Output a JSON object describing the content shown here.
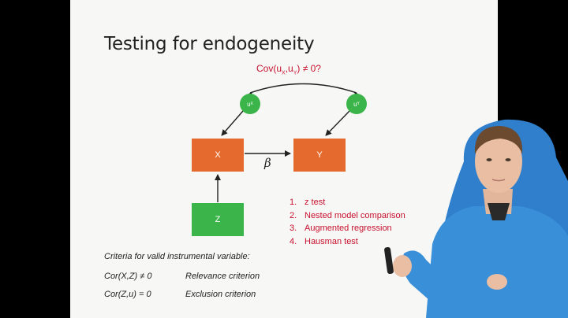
{
  "slide": {
    "title": "Testing for endogeneity",
    "covariance_question": {
      "prefix": "Cov(u",
      "sub1": "X",
      "mid": ",u",
      "sub2": "Y",
      "suffix": ") ≠ 0?"
    },
    "nodes": {
      "x": "X",
      "y": "Y",
      "z": "Z",
      "ux": {
        "base": "u",
        "sub": "X"
      },
      "uy": {
        "base": "u",
        "sub": "Y"
      }
    },
    "beta": "β",
    "tests": [
      {
        "num": "1.",
        "label": "z test"
      },
      {
        "num": "2.",
        "label": "Nested model comparison"
      },
      {
        "num": "3.",
        "label": "Augmented regression"
      },
      {
        "num": "4.",
        "label": "Hausman test"
      }
    ],
    "criteria": {
      "heading": "Criteria for valid instrumental variable:",
      "rows": [
        {
          "formula": "Cor(X,Z) ≠ 0",
          "label": "Relevance criterion"
        },
        {
          "formula": "Cor(Z,u) = 0",
          "label": "Exclusion criterion"
        }
      ]
    }
  },
  "colors": {
    "box_orange": "#e46a2e",
    "box_green": "#3bb54a",
    "circle_green": "#3bb54a",
    "accent_red": "#c8102e",
    "slide_bg": "#f7f7f5",
    "letterbox": "#000000",
    "jacket_blue": "#3a8fd9"
  }
}
